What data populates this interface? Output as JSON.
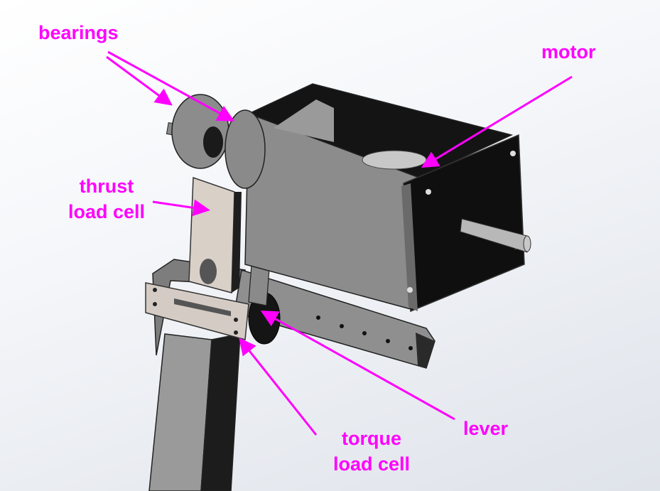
{
  "labels": {
    "bearings": "bearings",
    "motor": "motor",
    "thrust_line1": "thrust",
    "thrust_line2": "load cell",
    "torque_line1": "torque",
    "torque_line2": "load cell",
    "lever": "lever"
  },
  "colors": {
    "annotation": "#ff00ff",
    "part_gray": "#8c8c8c",
    "part_dark": "#1e1e1e",
    "load_cell": "#d9d0c8"
  }
}
